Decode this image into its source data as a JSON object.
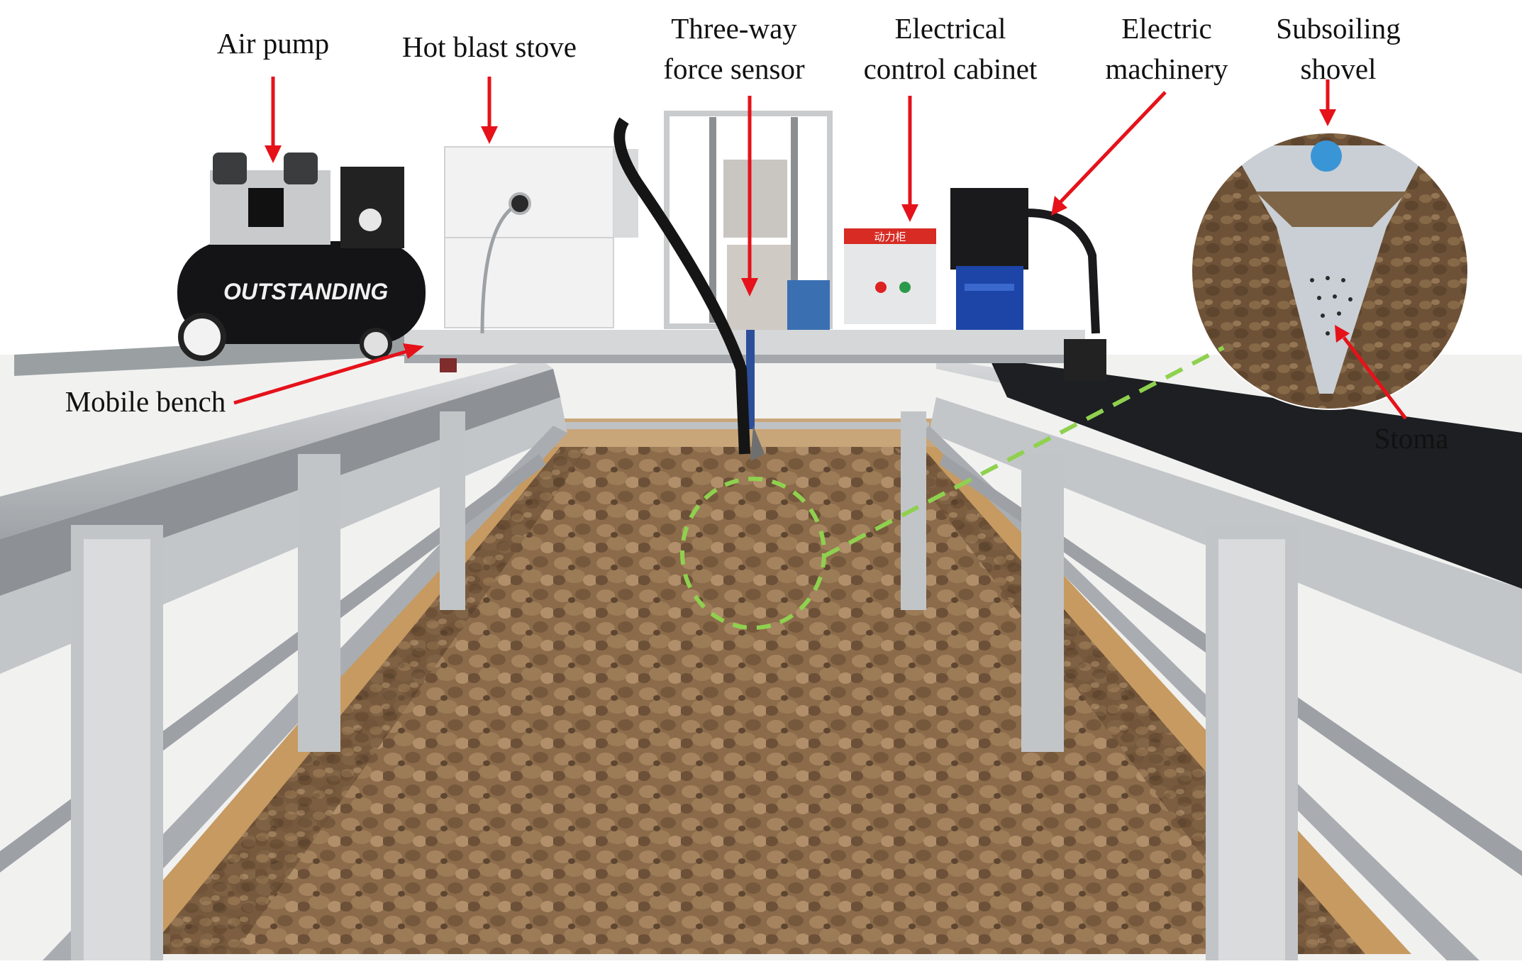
{
  "figure": {
    "labels": {
      "air_pump": "Air pump",
      "hot_blast_stove": "Hot blast stove",
      "three_way_force_sensor": "Three-way\nforce sensor",
      "electrical_control_cabinet": "Electrical\ncontrol cabinet",
      "electric_machinery": "Electric\nmachinery",
      "subsoiling_shovel": "Subsoiling\nshovel",
      "mobile_bench": "Mobile bench",
      "stoma": "Stoma"
    },
    "compressor_brand": "OUTSTANDING",
    "cabinet_plate_text": "动力柜",
    "colors": {
      "arrow": "#e5121a",
      "highlight_dashed": "#8fd14f",
      "soil": "#8a6a48",
      "frame": "#b9bcbf",
      "rail": "#1d1f22"
    }
  }
}
